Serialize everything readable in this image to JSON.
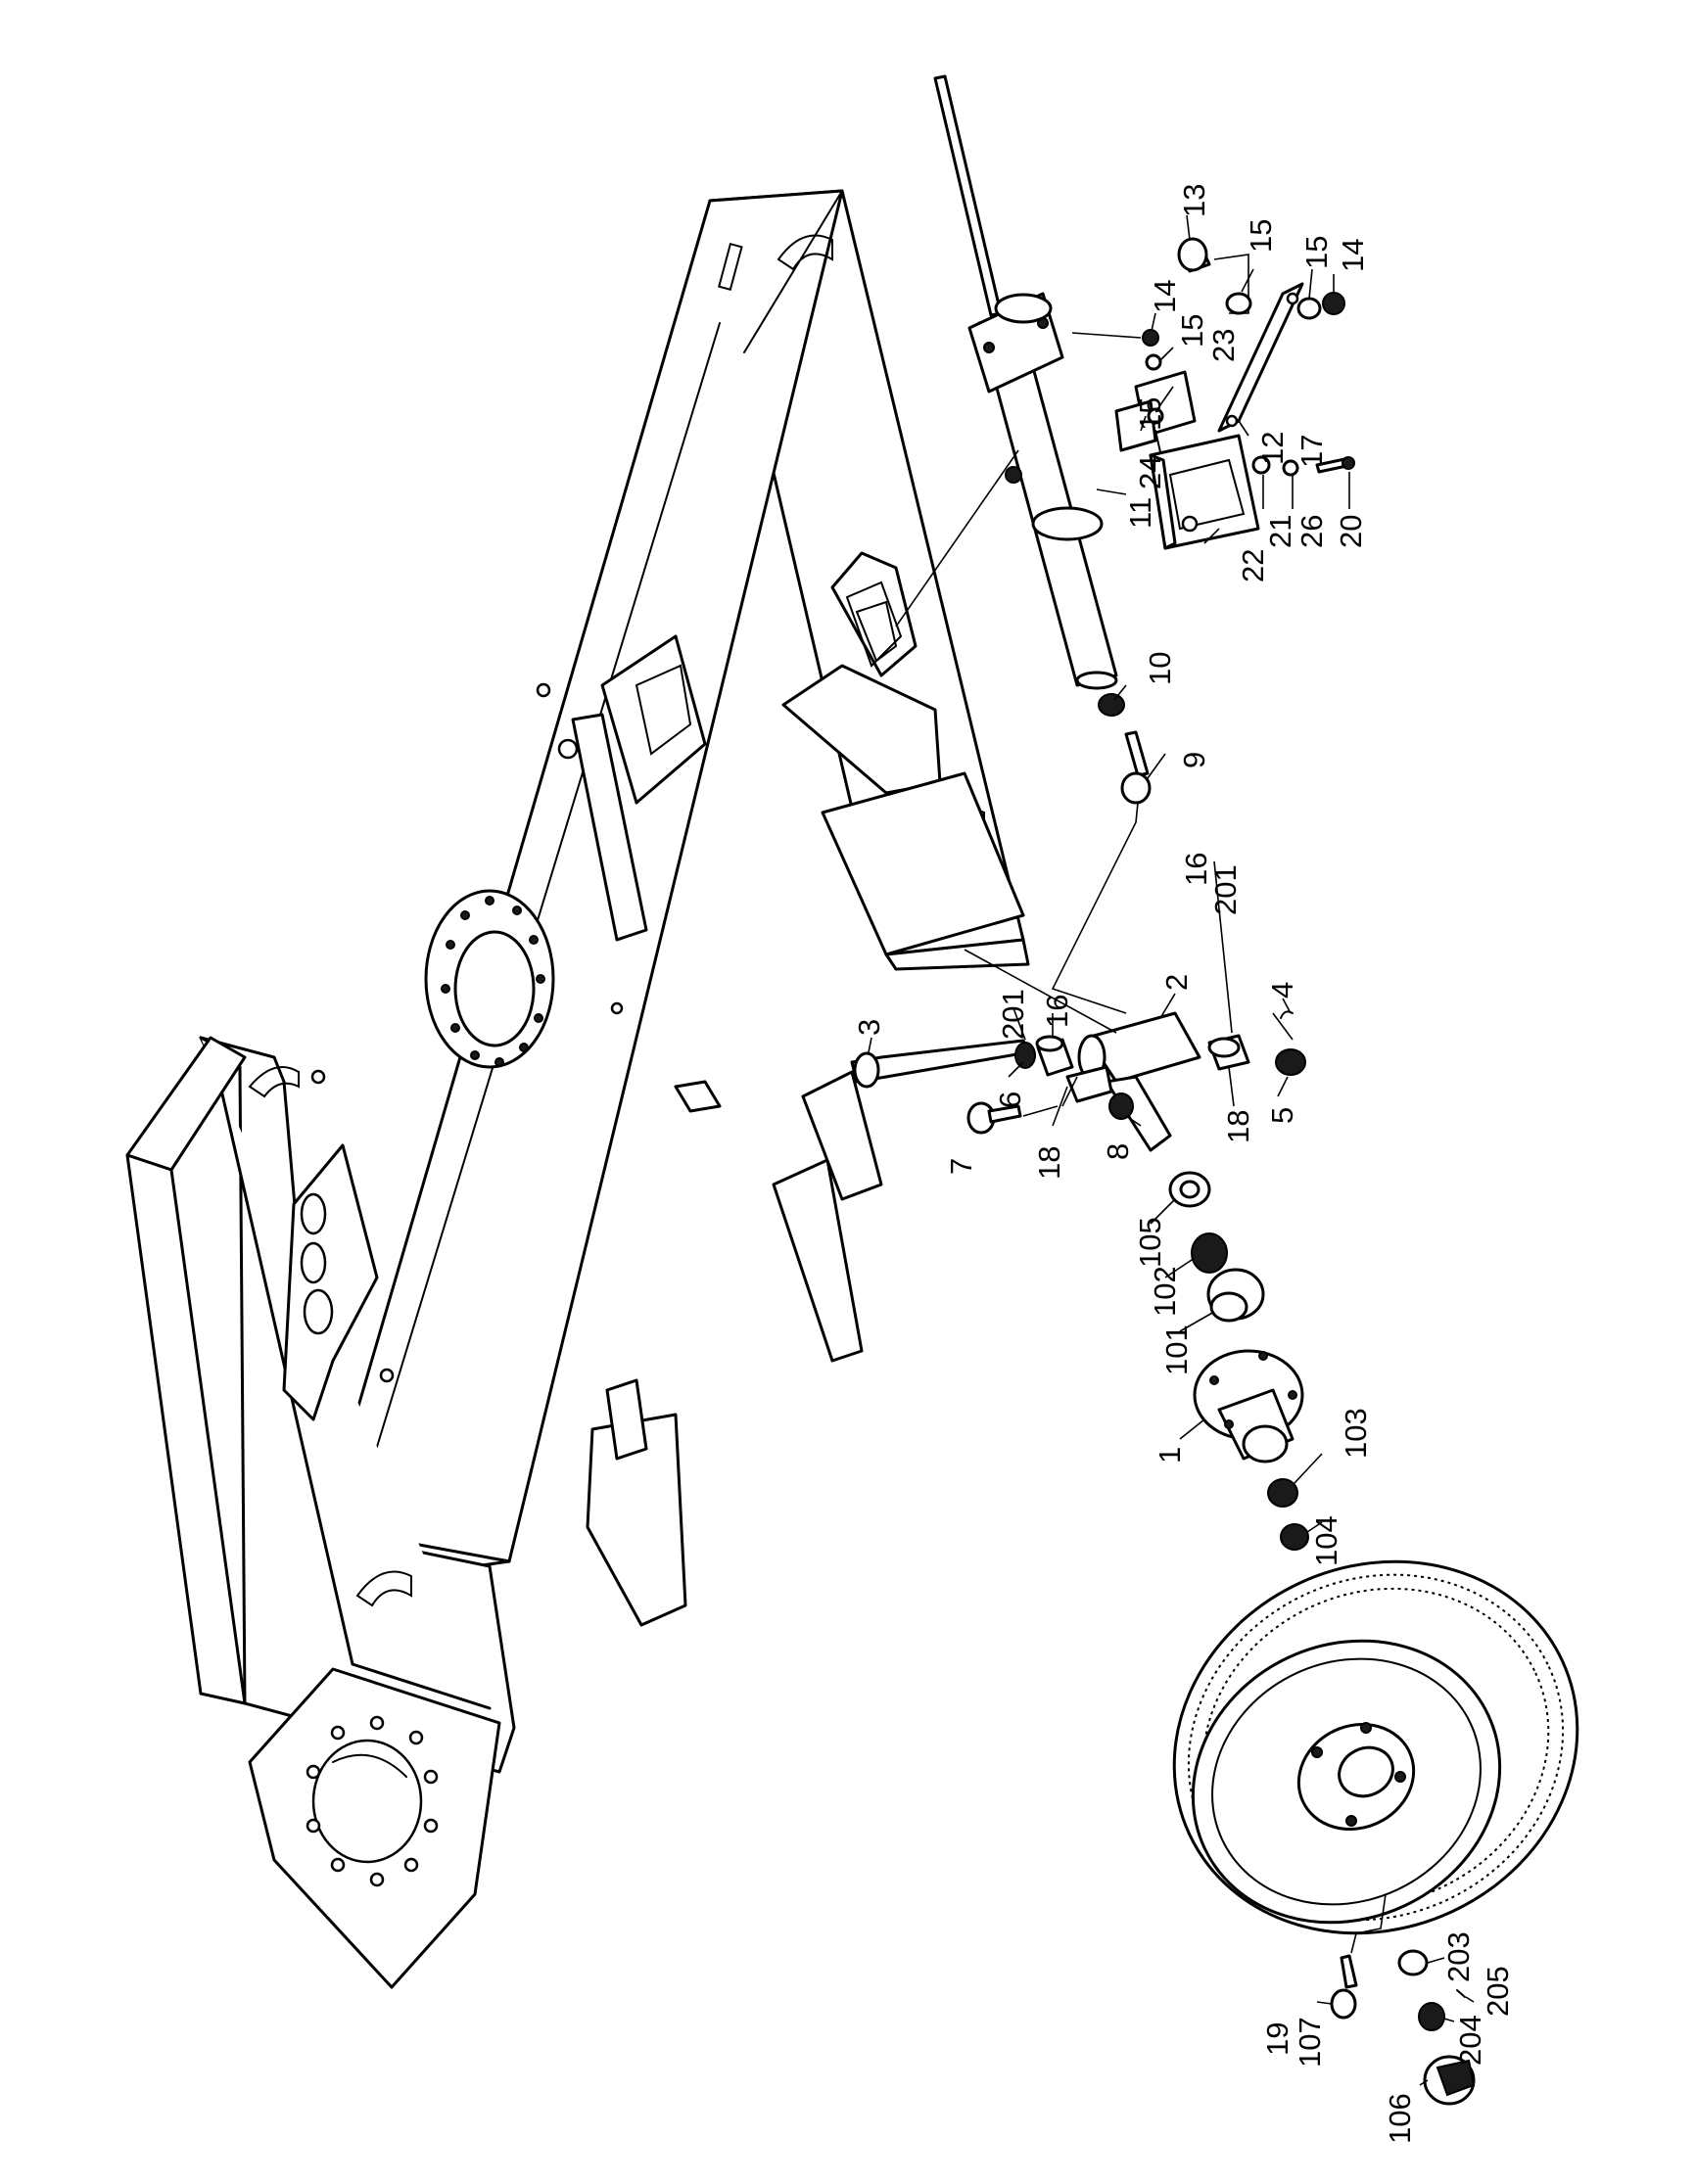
{
  "figure": {
    "labels": [
      {
        "id": "13a",
        "text": "13"
      },
      {
        "id": "15a",
        "text": "15"
      },
      {
        "id": "15b",
        "text": "15"
      },
      {
        "id": "14a",
        "text": "14"
      },
      {
        "id": "14b",
        "text": "14"
      },
      {
        "id": "15c",
        "text": "15"
      },
      {
        "id": "23a",
        "text": "23"
      },
      {
        "id": "15d",
        "text": "15"
      },
      {
        "id": "24a",
        "text": "24"
      },
      {
        "id": "12a",
        "text": "12"
      },
      {
        "id": "17a",
        "text": "17"
      },
      {
        "id": "11a",
        "text": "11"
      },
      {
        "id": "22a",
        "text": "22"
      },
      {
        "id": "21a",
        "text": "21"
      },
      {
        "id": "26a",
        "text": "26"
      },
      {
        "id": "20a",
        "text": "20"
      },
      {
        "id": "10a",
        "text": "10"
      },
      {
        "id": "9a",
        "text": "9"
      },
      {
        "id": "16a",
        "text": "16"
      },
      {
        "id": "201a",
        "text": "201"
      },
      {
        "id": "4a",
        "text": "4"
      },
      {
        "id": "2a",
        "text": "2"
      },
      {
        "id": "3a",
        "text": "3"
      },
      {
        "id": "201b",
        "text": "201"
      },
      {
        "id": "16b",
        "text": "16"
      },
      {
        "id": "6a",
        "text": "6"
      },
      {
        "id": "18a",
        "text": "18"
      },
      {
        "id": "5a",
        "text": "5"
      },
      {
        "id": "7a",
        "text": "7"
      },
      {
        "id": "18b",
        "text": "18"
      },
      {
        "id": "8a",
        "text": "8"
      },
      {
        "id": "105a",
        "text": "105"
      },
      {
        "id": "102a",
        "text": "102"
      },
      {
        "id": "101a",
        "text": "101"
      },
      {
        "id": "1a",
        "text": "1"
      },
      {
        "id": "103a",
        "text": "103"
      },
      {
        "id": "104a",
        "text": "104"
      },
      {
        "id": "203a",
        "text": "203"
      },
      {
        "id": "205a",
        "text": "205"
      },
      {
        "id": "204a",
        "text": "204"
      },
      {
        "id": "19a",
        "text": "19"
      },
      {
        "id": "107a",
        "text": "107"
      },
      {
        "id": "106a",
        "text": "106"
      }
    ]
  }
}
